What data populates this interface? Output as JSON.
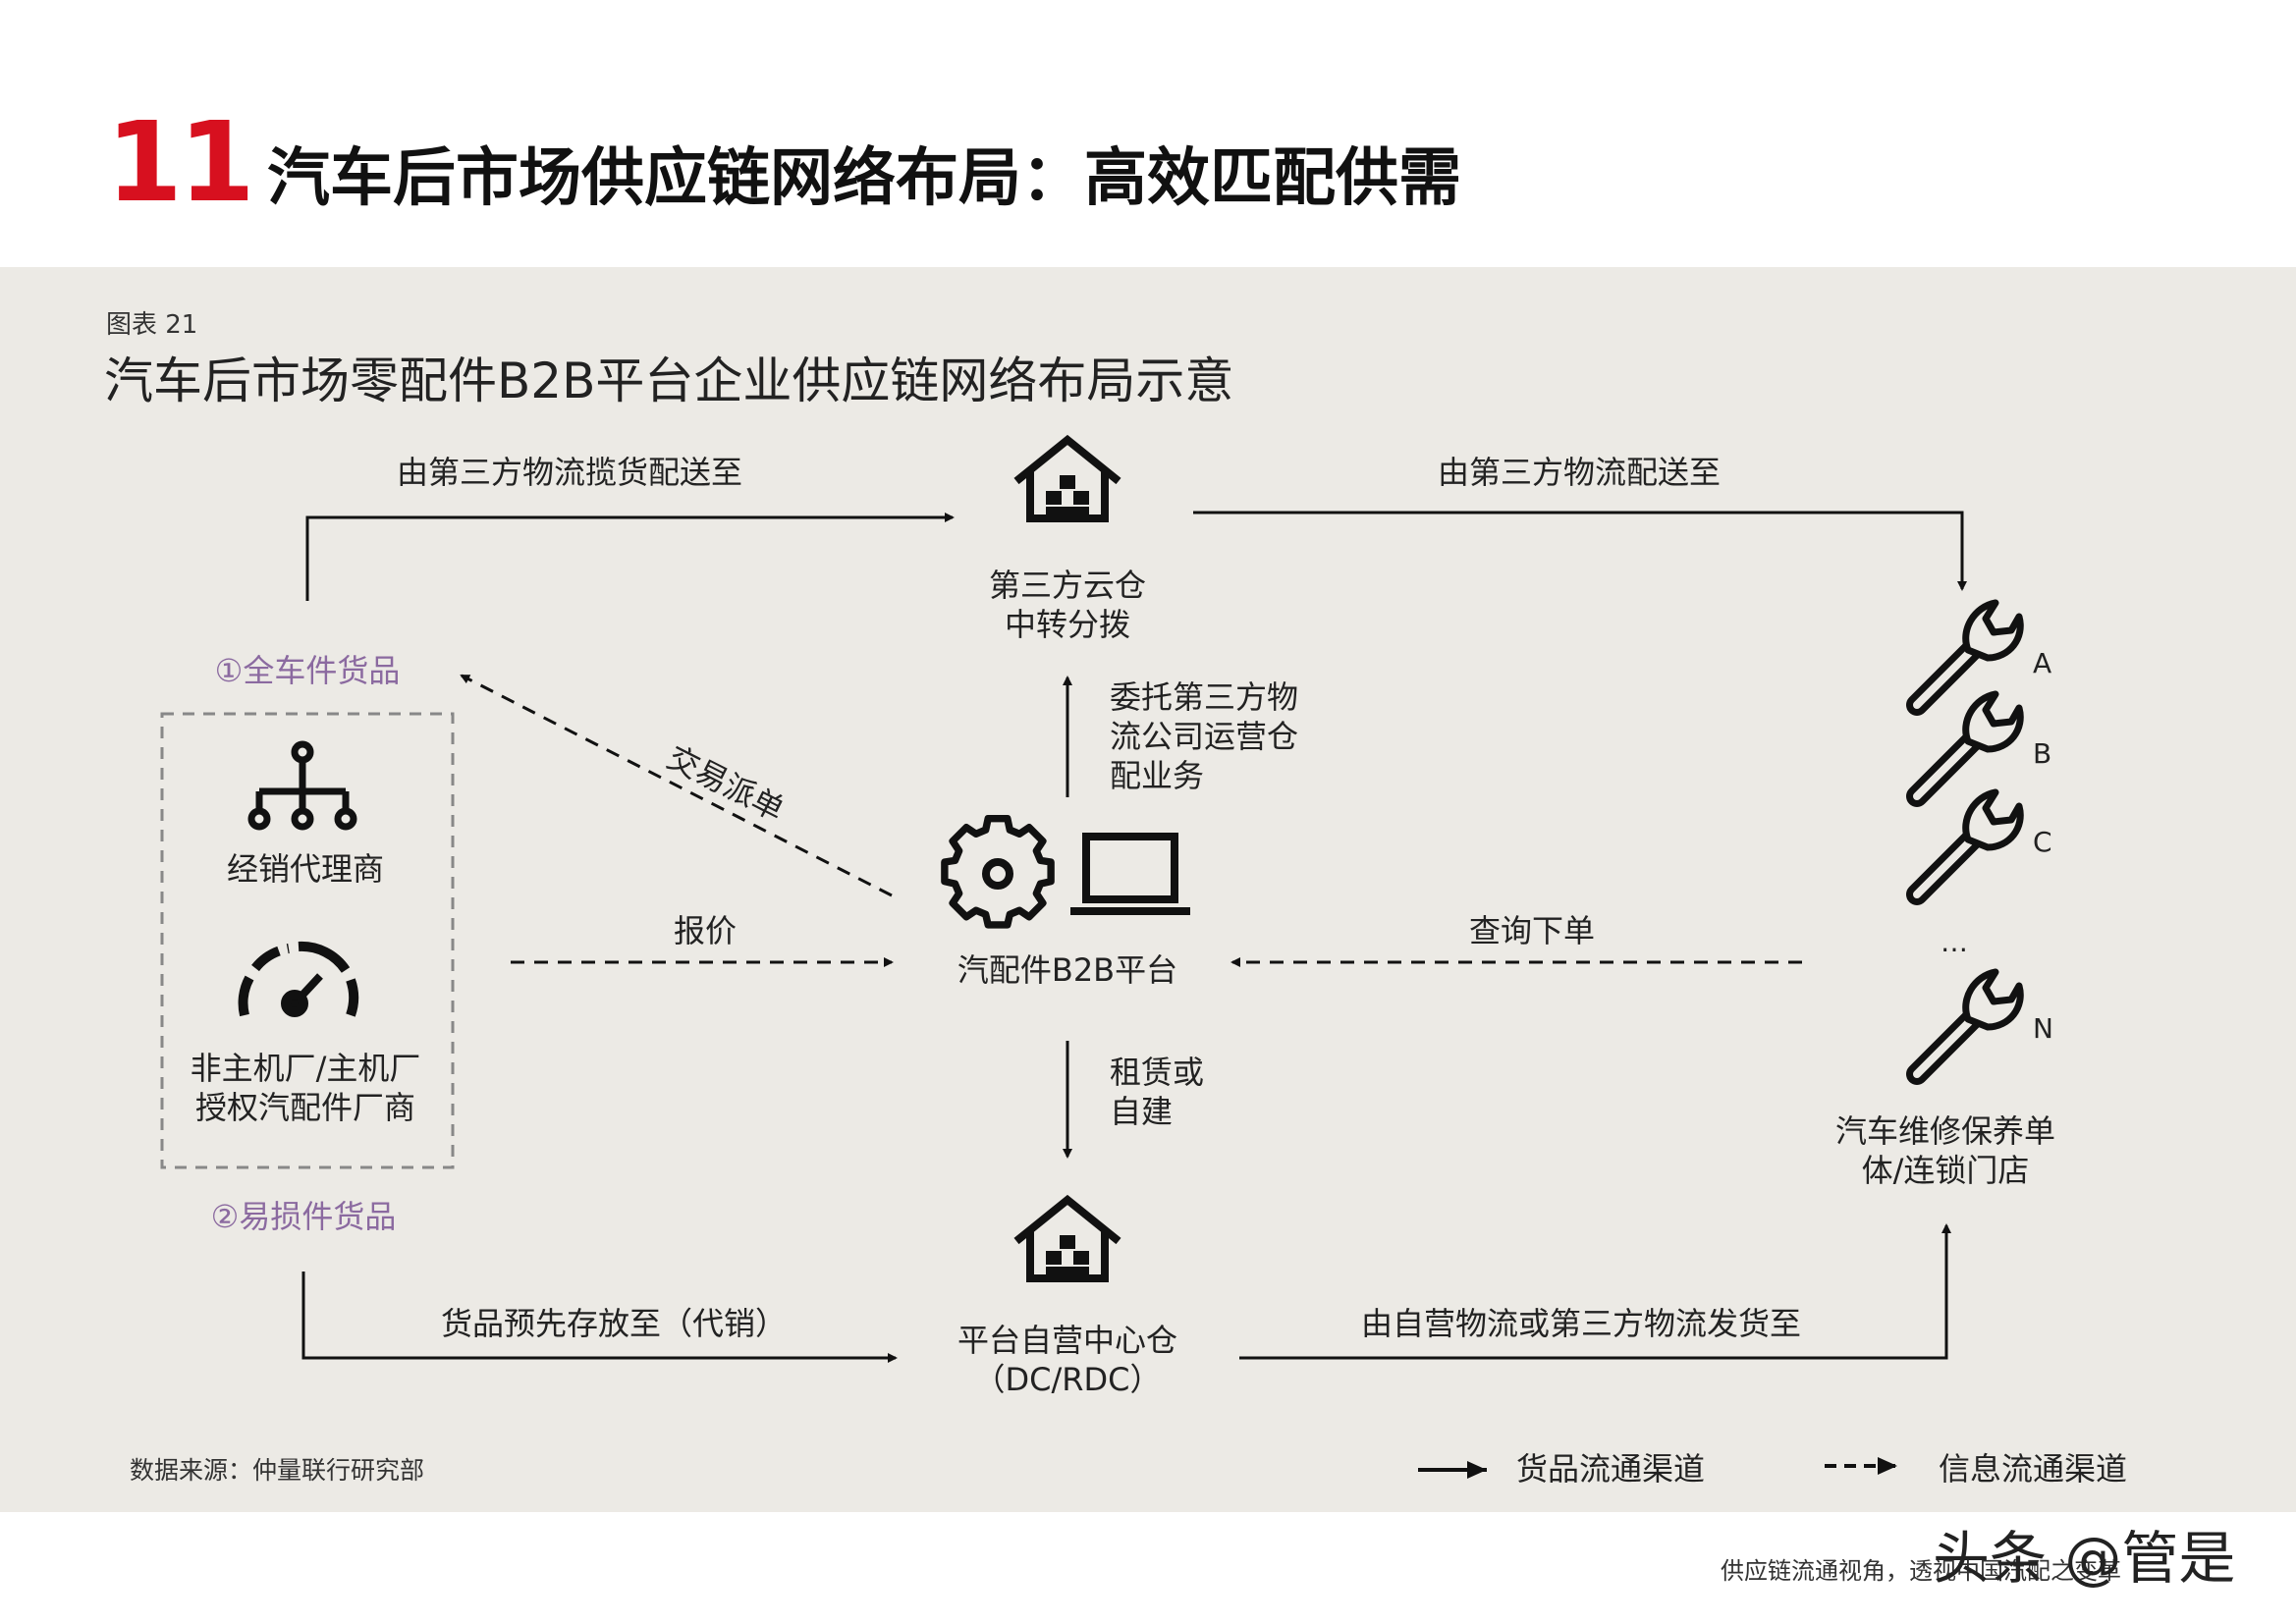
{
  "header": {
    "page_number": "11",
    "title": "汽车后市场供应链网络布局：高效匹配供需"
  },
  "figure": {
    "label": "图表 21",
    "title": "汽车后市场零配件B2B平台企业供应链网络布局示意"
  },
  "nodes": {
    "cloud_warehouse": "第三方云仓\n中转分拨",
    "b2b_platform": "汽配件B2B平台",
    "center_warehouse_l1": "平台自营中心仓",
    "center_warehouse_l2": "（DC/RDC）",
    "goods_full": "①全车件货品",
    "goods_wear": "②易损件货品",
    "distributor": "经销代理商",
    "oem_l1": "非主机厂/主机厂",
    "oem_l2": "授权汽配件厂商",
    "repair_l1": "汽车维修保养单",
    "repair_l2": "体/连锁门店",
    "repair_labels": [
      "A",
      "B",
      "C",
      "…",
      "N"
    ]
  },
  "edges": {
    "pickup_to_cloud": "由第三方物流揽货配送至",
    "cloud_to_repair": "由第三方物流配送至",
    "trade_dispatch": "交易派单",
    "entrust_l1": "委托第三方物",
    "entrust_l2": "流公司运营仓",
    "entrust_l3": "配业务",
    "quote": "报价",
    "query_order": "查询下单",
    "lease_l1": "租赁或",
    "lease_l2": "自建",
    "presale_store": "货品预先存放至（代销）",
    "ship_from_center": "由自营物流或第三方物流发货至"
  },
  "legend": {
    "goods_channel": "货品流通渠道",
    "info_channel": "信息流通渠道"
  },
  "source": "数据来源：仲量联行研究部",
  "footer": {
    "caption": "供应链流通视角，透视中国汽配之变革",
    "watermark": "头条 @管是"
  },
  "colors": {
    "accent_red": "#d7101f",
    "panel_bg": "#eceae5",
    "purple_label": "#8b6aa0",
    "line": "#111111"
  }
}
